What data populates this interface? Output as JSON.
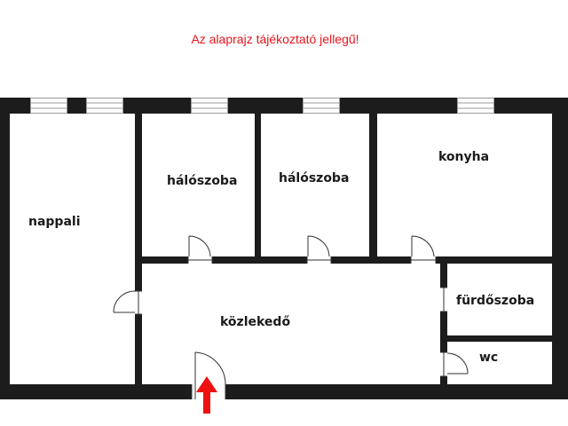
{
  "disclaimer": "Az alaprajz tájékoztató jellegű!",
  "colors": {
    "wall": "#1c1c1c",
    "disclaimer_text": "#e8141c",
    "entrance_arrow": "#ee1111",
    "window_frame": "#9a9a9a"
  },
  "rooms": {
    "nappali": "nappali",
    "haloszoba_1": "hálószoba",
    "haloszoba_2": "hálószoba",
    "konyha": "konyha",
    "kozlekedo": "közlekedő",
    "furdoszoba": "fürdőszoba",
    "wc": "wc"
  },
  "icons": {
    "entrance": "entrance-arrow-icon",
    "door": "door-swing-icon",
    "window": "window-icon"
  }
}
